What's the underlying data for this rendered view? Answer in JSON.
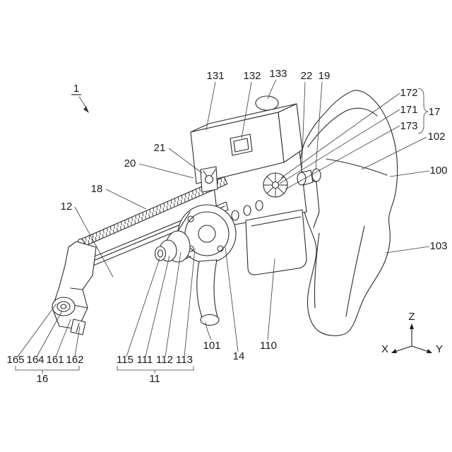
{
  "background": "#ffffff",
  "ink": "#2b2b2b",
  "labels": [
    {
      "ref": "1",
      "text": "1"
    },
    {
      "ref": "131",
      "text": "131"
    },
    {
      "ref": "132",
      "text": "132"
    },
    {
      "ref": "133",
      "text": "133"
    },
    {
      "ref": "22",
      "text": "22"
    },
    {
      "ref": "19",
      "text": "19"
    },
    {
      "ref": "172",
      "text": "172"
    },
    {
      "ref": "171",
      "text": "171"
    },
    {
      "ref": "17",
      "text": "17"
    },
    {
      "ref": "173",
      "text": "173"
    },
    {
      "ref": "102",
      "text": "102"
    },
    {
      "ref": "100",
      "text": "100"
    },
    {
      "ref": "103",
      "text": "103"
    },
    {
      "ref": "21",
      "text": "21"
    },
    {
      "ref": "20",
      "text": "20"
    },
    {
      "ref": "18",
      "text": "18"
    },
    {
      "ref": "12",
      "text": "12"
    },
    {
      "ref": "165",
      "text": "165"
    },
    {
      "ref": "164",
      "text": "164"
    },
    {
      "ref": "161",
      "text": "161"
    },
    {
      "ref": "162",
      "text": "162"
    },
    {
      "ref": "16",
      "text": "16"
    },
    {
      "ref": "115",
      "text": "115"
    },
    {
      "ref": "111",
      "text": "111"
    },
    {
      "ref": "112",
      "text": "112"
    },
    {
      "ref": "113",
      "text": "113"
    },
    {
      "ref": "11",
      "text": "11"
    },
    {
      "ref": "101",
      "text": "101"
    },
    {
      "ref": "14",
      "text": "14"
    },
    {
      "ref": "110",
      "text": "110"
    }
  ],
  "axes": {
    "x": "X",
    "y": "Y",
    "z": "Z"
  }
}
